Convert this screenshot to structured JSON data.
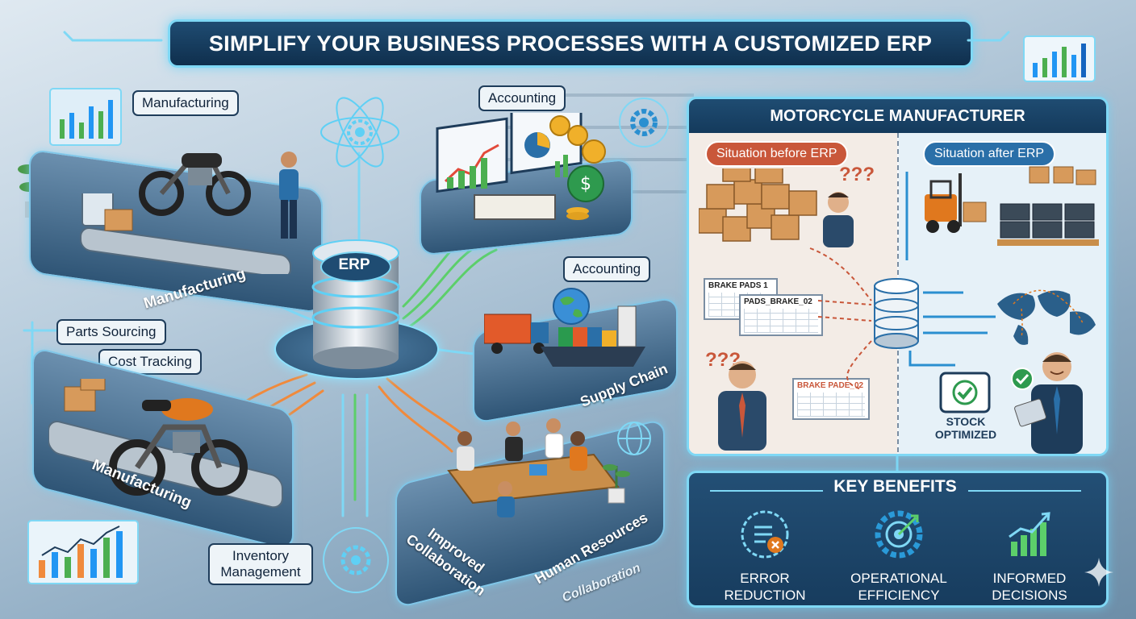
{
  "title": "SIMPLIFY YOUR BUSINESS PROCESSES WITH A CUSTOMIZED ERP",
  "hub": {
    "label": "ERP"
  },
  "labels": {
    "manufacturing_top": "Manufacturing",
    "accounting_top": "Accounting",
    "accounting_right": "Accounting",
    "parts_sourcing": "Parts Sourcing",
    "cost_tracking": "Cost Tracking",
    "inventory_management": "Inventory Management"
  },
  "platform_texts": {
    "manufacturing_1": "Manufacturing",
    "manufacturing_2": "Manufacturing",
    "supply_chain": "Supply Chain",
    "improved_collaboration": "Improved Collaboration",
    "human_resources": "Human Resources",
    "collaboration": "Collaboration"
  },
  "case_study": {
    "title": "MOTORCYCLE MANUFACTURER",
    "before_label": "Situation before ERP",
    "after_label": "Situation after ERP",
    "question_marks": "???",
    "sheets": [
      "BRAKE PADS 1",
      "PADS_BRAKE_02",
      "BRAKE PADE_02"
    ],
    "stock_label": "STOCK OPTIMIZED"
  },
  "benefits": {
    "title": "KEY BENEFITS",
    "items": [
      {
        "label": "ERROR REDUCTION",
        "icon": "error-checklist-icon"
      },
      {
        "label": "OPERATIONAL EFFICIENCY",
        "icon": "gear-target-icon"
      },
      {
        "label": "INFORMED DECISIONS",
        "icon": "growth-chart-icon"
      }
    ]
  },
  "colors": {
    "accent_cyan": "#7fd8f5",
    "navy": "#1f4c72",
    "before_red": "#c9573a",
    "after_blue": "#2a6fa8",
    "line_orange": "#f08a3c",
    "line_green": "#5ccf6a"
  }
}
